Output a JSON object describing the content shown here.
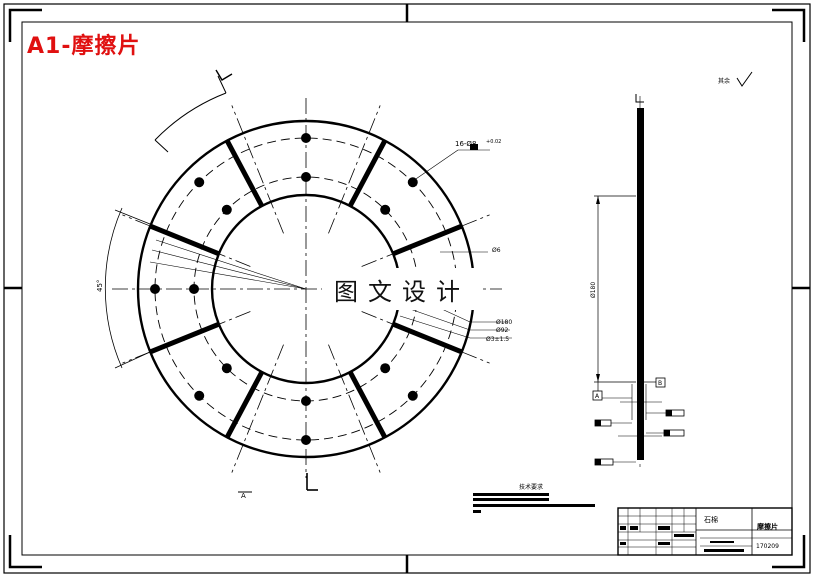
{
  "drawing": {
    "title": "A1-摩擦片",
    "watermark": "图文设计",
    "roughness_note": "其余",
    "section_label": "A",
    "holes_callout": "16-Ø8",
    "holes_callout_sup": "+0.02",
    "dim_radial_1": "Ø6",
    "dim_radial_2": "Ø180",
    "dim_radial_3": "Ø92",
    "dim_radial_4": "Ø3±1.5",
    "dim_angle": "45°",
    "dim_thickness_dia": "Ø180",
    "datum_a": "A",
    "datum_b": "B",
    "tech_requirements_title": "技术要求",
    "title_block": {
      "material": "石棉",
      "part_name": "摩擦片",
      "drawing_no": "170209"
    }
  }
}
